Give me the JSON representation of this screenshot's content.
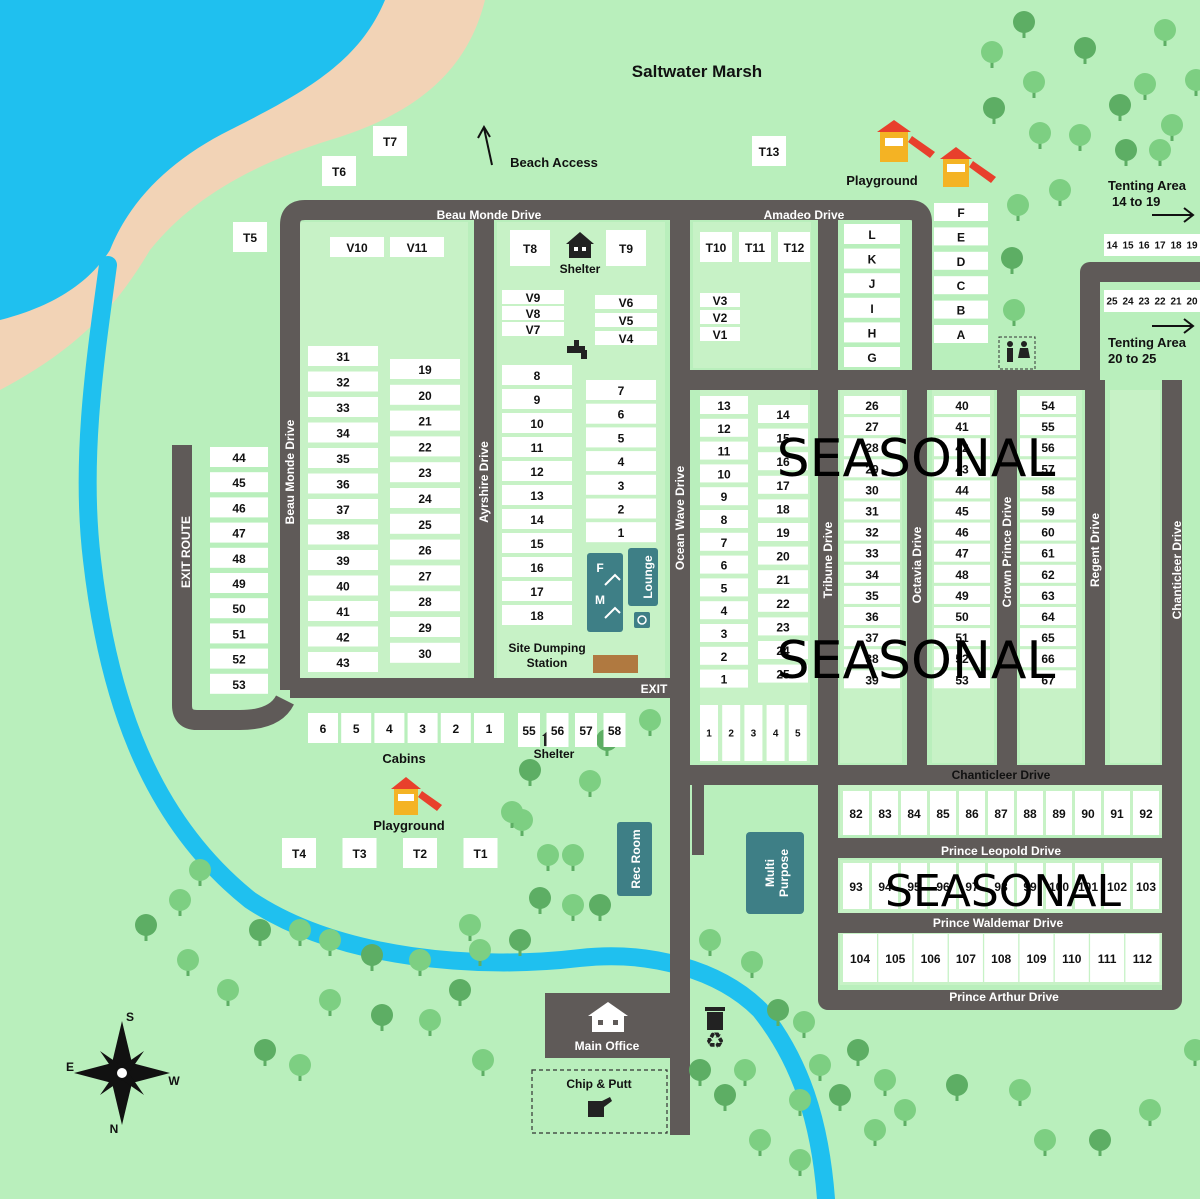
{
  "title": "Saltwater Marsh",
  "colors": {
    "grass": "#b9efbc",
    "water": "#1fc0ef",
    "sand": "#f2d3b6",
    "road": "#5f5a58",
    "lot": "#c7f2c6",
    "site": "#ffffff",
    "building": "#3e7f86",
    "tree": "#7dcf82",
    "tree_dark": "#5dae64",
    "playground": "#e8402c",
    "playground_yellow": "#f4b324"
  },
  "labels": {
    "beach_access": "Beach Access",
    "playground_north": "Playground",
    "playground_south": "Playground",
    "tenting_14_19": [
      "Tenting Area",
      "14 to 19"
    ],
    "tenting_20_25": [
      "Tenting Area",
      "20 to 25"
    ],
    "shelter_north": "Shelter",
    "shelter_south": "Shelter",
    "cabins": "Cabins",
    "site_dumping": [
      "Site Dumping",
      "Station"
    ],
    "exit": "EXIT",
    "main_office": "Main Office",
    "chip_putt": "Chip & Putt",
    "seasonal": "SEASONAL"
  },
  "buildings": {
    "lounge": "Lounge",
    "rec_room": "Rec Room",
    "multi_purpose": [
      "Multi",
      "Purpose"
    ],
    "washroom_f": "F",
    "washroom_m": "M"
  },
  "compass": {
    "n": "N",
    "s": "S",
    "e": "E",
    "w": "W"
  },
  "roads": {
    "beau_monde_top": "Beau Monde Drive",
    "beau_monde_vertical": "Beau Monde Drive",
    "amadeo": "Amadeo Drive",
    "ayrshire": "Ayrshire Drive",
    "ocean_wave": "Ocean Wave Drive",
    "tribune": "Tribune Drive",
    "octavia": "Octavia Drive",
    "crown_prince": "Crown Prince Drive",
    "regent": "Regent Drive",
    "chanticleer_vertical": "Chanticleer Drive",
    "chanticleer_horizontal": "Chanticleer Drive",
    "prince_leopold": "Prince Leopold Drive",
    "prince_waldemar": "Prince Waldemar Drive",
    "prince_arthur": "Prince Arthur Drive",
    "exit_route": "EXIT ROUTE"
  },
  "site_groups": {
    "t_north": [
      "T7",
      "T6",
      "T5",
      "T13"
    ],
    "v_top": [
      "V10",
      "V11"
    ],
    "t_center": [
      "T8",
      "T9"
    ],
    "v_left": [
      "V9",
      "V8",
      "V7"
    ],
    "v_right": [
      "V6",
      "V5",
      "V4"
    ],
    "t_amadeo": [
      "T10",
      "T11",
      "T12"
    ],
    "v_amadeo": [
      "V3",
      "V2",
      "V1"
    ],
    "letters_left": [
      "L",
      "K",
      "J",
      "I",
      "H",
      "G"
    ],
    "letters_right": [
      "F",
      "E",
      "D",
      "C",
      "B",
      "A"
    ],
    "tent_14_19": [
      "14",
      "15",
      "16",
      "17",
      "18",
      "19"
    ],
    "tent_20_25": [
      "25",
      "24",
      "23",
      "22",
      "21",
      "20"
    ],
    "col_44_53": [
      "44",
      "45",
      "46",
      "47",
      "48",
      "49",
      "50",
      "51",
      "52",
      "53"
    ],
    "col_31_43": [
      "31",
      "32",
      "33",
      "34",
      "35",
      "36",
      "37",
      "38",
      "39",
      "40",
      "41",
      "42",
      "43"
    ],
    "col_19_30": [
      "19",
      "20",
      "21",
      "22",
      "23",
      "24",
      "25",
      "26",
      "27",
      "28",
      "29",
      "30"
    ],
    "col_8_18": [
      "8",
      "9",
      "10",
      "11",
      "12",
      "13",
      "14",
      "15",
      "16",
      "17",
      "18"
    ],
    "col_7_1": [
      "7",
      "6",
      "5",
      "4",
      "3",
      "2",
      "1"
    ],
    "ow_left": [
      "13",
      "12",
      "11",
      "10",
      "9",
      "8",
      "7",
      "6",
      "5",
      "4",
      "3",
      "2",
      "1"
    ],
    "ow_right": [
      "14",
      "15",
      "16",
      "17",
      "18",
      "19",
      "20",
      "21",
      "22",
      "23",
      "24",
      "25"
    ],
    "ow_bottom": [
      "1",
      "2",
      "3",
      "4",
      "5"
    ],
    "col_26_39": [
      "26",
      "27",
      "28",
      "29",
      "30",
      "31",
      "32",
      "33",
      "34",
      "35",
      "36",
      "37",
      "38",
      "39"
    ],
    "col_40_53": [
      "40",
      "41",
      "42",
      "43",
      "44",
      "45",
      "46",
      "47",
      "48",
      "49",
      "50",
      "51",
      "52",
      "53"
    ],
    "col_54_67": [
      "54",
      "55",
      "56",
      "57",
      "58",
      "59",
      "60",
      "61",
      "62",
      "63",
      "64",
      "65",
      "66",
      "67"
    ],
    "cabins": [
      "6",
      "5",
      "4",
      "3",
      "2",
      "1"
    ],
    "sites_55_58": [
      "55",
      "56",
      "57",
      "58"
    ],
    "t_south": [
      "T4",
      "T3",
      "T2",
      "T1"
    ],
    "row_82_92": [
      "82",
      "83",
      "84",
      "85",
      "86",
      "87",
      "88",
      "89",
      "90",
      "91",
      "92"
    ],
    "row_93_103": [
      "93",
      "94",
      "95",
      "96",
      "97",
      "98",
      "99",
      "100",
      "101",
      "102",
      "103"
    ],
    "row_104_112": [
      "104",
      "105",
      "106",
      "107",
      "108",
      "109",
      "110",
      "111",
      "112"
    ]
  }
}
